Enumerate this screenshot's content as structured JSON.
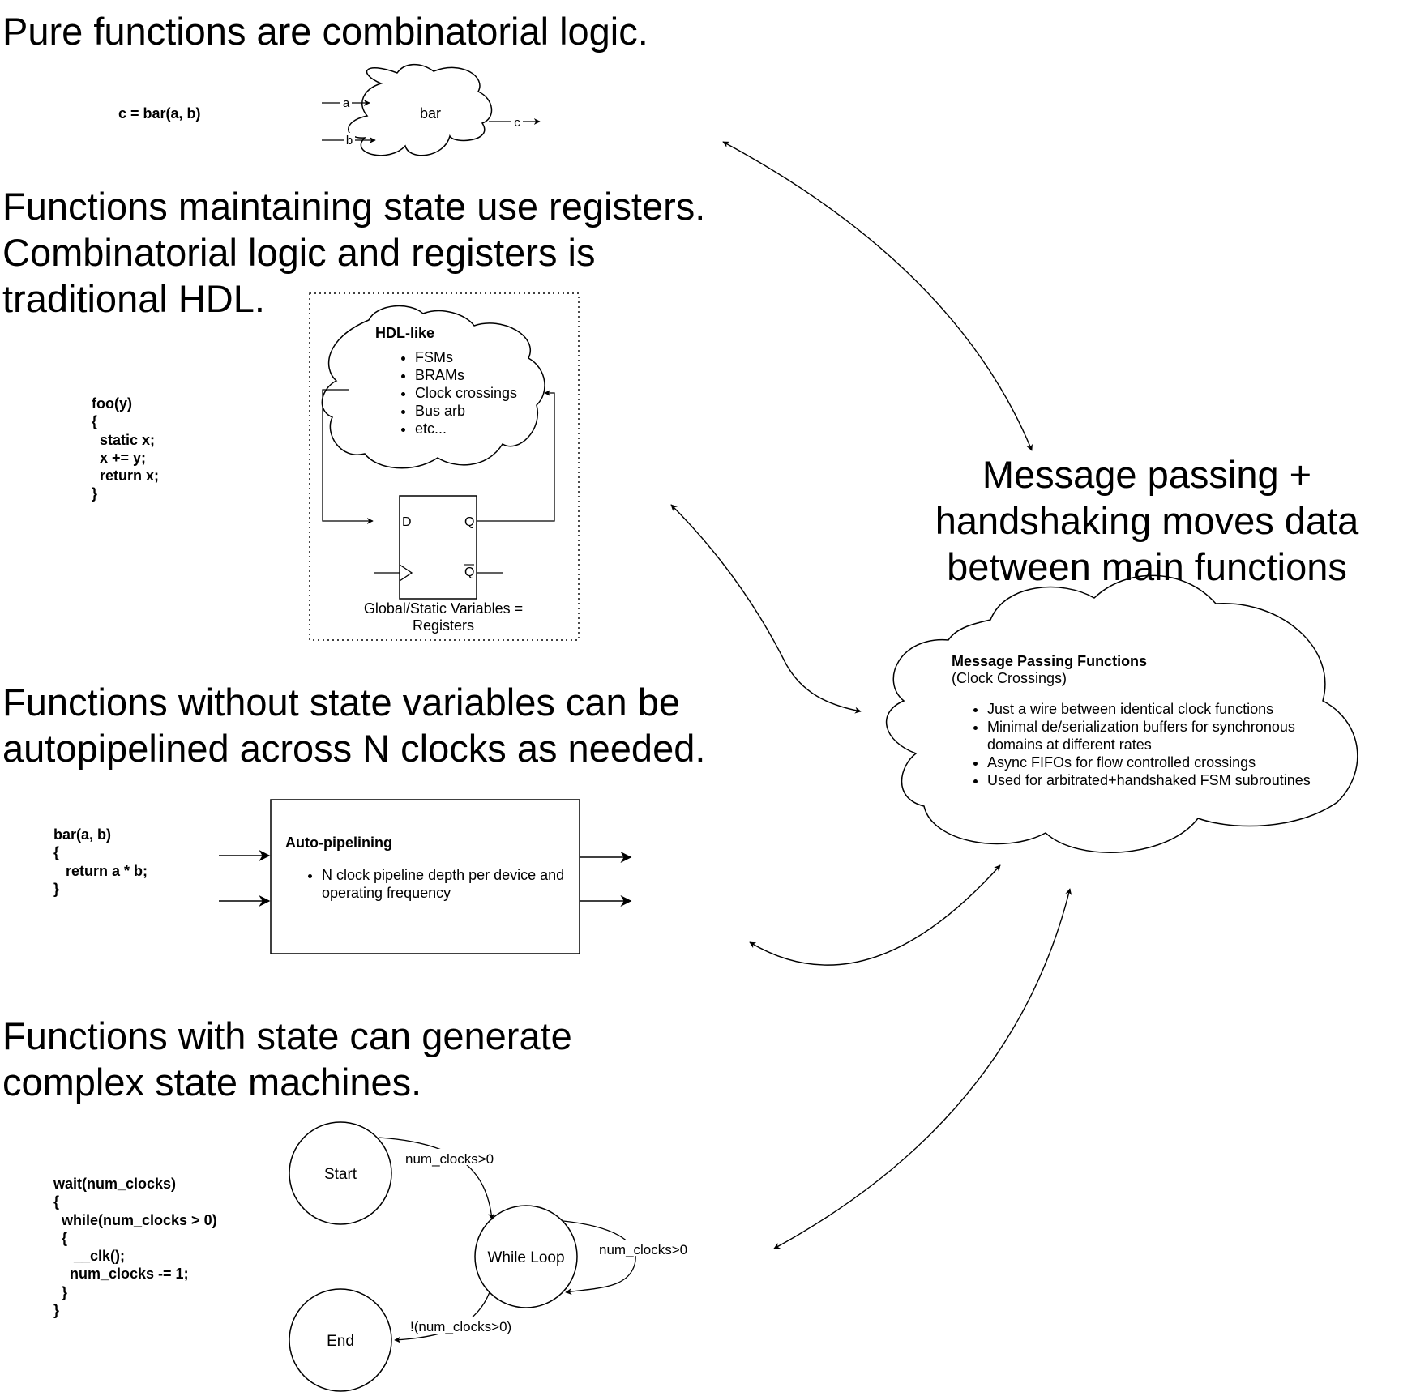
{
  "sections": {
    "pure": {
      "heading": "Pure functions are combinatorial logic.",
      "code": "c = bar(a, b)",
      "cloud_label": "bar",
      "inputs": [
        "a",
        "b"
      ],
      "output": "c"
    },
    "stateful": {
      "heading_lines": [
        "Functions maintaining state use registers.",
        "Combinatorial logic and registers is",
        "traditional HDL."
      ],
      "code": "foo(y)\n{\n  static x;\n  x += y;\n  return x;\n}",
      "cloud_title": "HDL-like",
      "cloud_items": [
        "FSMs",
        "BRAMs",
        "Clock crossings",
        "Bus arb",
        "etc..."
      ],
      "ff_d": "D",
      "ff_q": "Q",
      "ff_qbar": "Q",
      "caption_lines": [
        "Global/Static Variables =",
        "Registers"
      ]
    },
    "pipeline": {
      "heading_lines": [
        "Functions without state variables can be",
        "autopipelined across N clocks as needed."
      ],
      "code": "bar(a, b)\n{\n   return a * b;\n}",
      "box_title": "Auto-pipelining",
      "box_items": [
        "N clock pipeline depth per device and operating frequency"
      ]
    },
    "fsm": {
      "heading_lines": [
        "Functions with state can generate",
        "complex state machines."
      ],
      "code": "wait(num_clocks)\n{\n  while(num_clocks > 0)\n  {\n     __clk();\n    num_clocks -= 1;\n  }\n}",
      "states": {
        "start": "Start",
        "loop": "While Loop",
        "end": "End"
      },
      "transitions": {
        "start_to_loop": "num_clocks>0",
        "loop_self": "num_clocks>0",
        "loop_to_end": "!(num_clocks>0)"
      }
    },
    "message": {
      "heading_lines": [
        "Message passing +",
        "handshaking moves data",
        "between main functions"
      ],
      "cloud_title": "Message Passing Functions",
      "cloud_subtitle": "(Clock Crossings)",
      "cloud_items": [
        "Just a wire between identical clock functions",
        "Minimal de/serialization buffers for synchronous domains at different rates",
        "Async FIFOs for flow controlled crossings",
        "Used for arbitrated+handshaked FSM subroutines"
      ]
    }
  }
}
